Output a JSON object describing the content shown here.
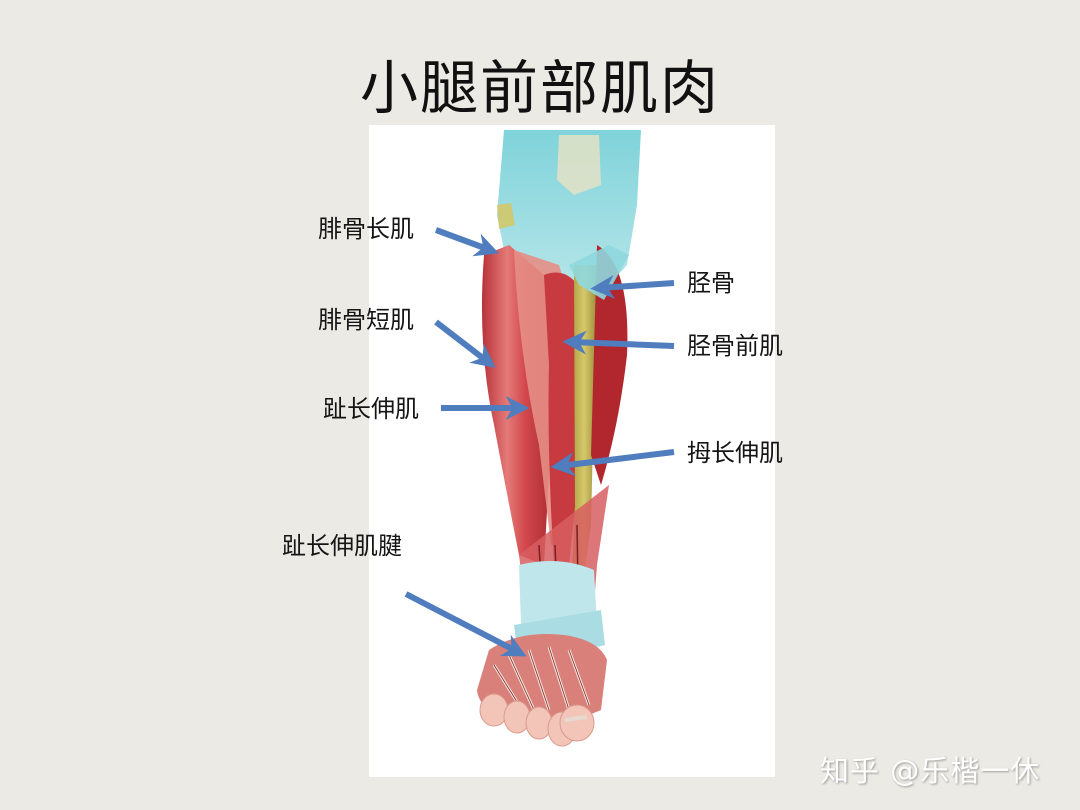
{
  "slide": {
    "title": "小腿前部肌肉",
    "background_color": "#ECEAE4",
    "arrow_color": "#4F7DBE"
  },
  "labels": {
    "peroneus_longus": "腓骨长肌",
    "peroneus_brevis": "腓骨短肌",
    "extensor_digitorum_longus": "趾长伸肌",
    "extensor_digitorum_longus_tendon": "趾长伸肌腱",
    "tibia": "胫骨",
    "tibialis_anterior": "胫骨前肌",
    "extensor_hallucis_longus": "拇长伸肌"
  },
  "image": {
    "description": "Anatomical illustration of anterior lower leg muscles",
    "icon": "leg-anatomy-illustration"
  },
  "watermark": "知乎 @乐楷一休"
}
